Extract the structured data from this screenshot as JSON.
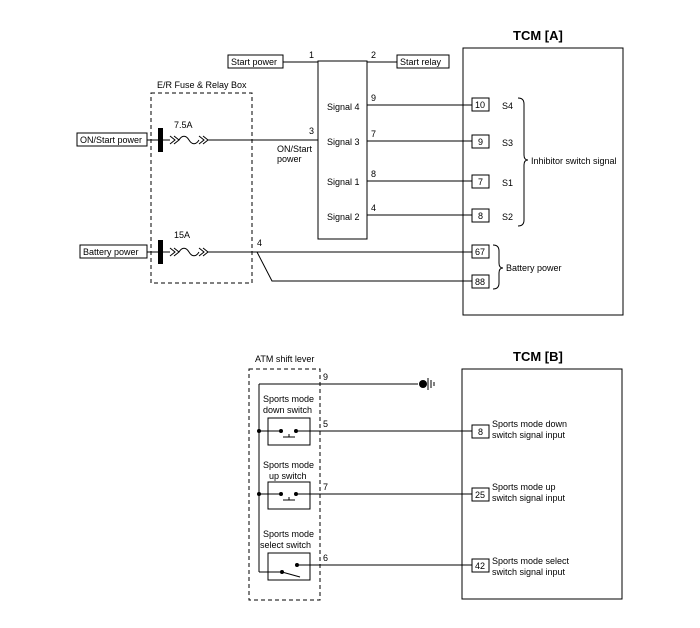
{
  "upper": {
    "tcm_title": "TCM [A]",
    "fuse_box_label": "E/R Fuse & Relay Box",
    "fuse1_rating": "7.5A",
    "fuse2_rating": "15A",
    "on_start_power": "ON/Start power",
    "battery_power_label": "Battery power",
    "start_power": "Start power",
    "start_relay": "Start relay",
    "on_start_power_wire_line1": "ON/Start",
    "on_start_power_wire_line2": "power",
    "switch_pins": {
      "start_power": "1",
      "start_relay": "2",
      "on_start": "3",
      "battery": "4",
      "signal4": "9",
      "signal3": "7",
      "signal1": "8",
      "signal2": "4"
    },
    "signals": [
      "Signal 4",
      "Signal 3",
      "Signal 1",
      "Signal 2"
    ],
    "tcm_pins": [
      "10",
      "9",
      "7",
      "8"
    ],
    "tcm_signal_names": [
      "S4",
      "S3",
      "S1",
      "S2"
    ],
    "inhibitor_label": "Inhibitor switch signal",
    "battery_pins": [
      "67",
      "88"
    ],
    "battery_group_label": "Battery power"
  },
  "lower": {
    "tcm_title": "TCM [B]",
    "shift_lever_label": "ATM shift lever",
    "ground_pin": "9",
    "switches": [
      {
        "line1": "Sports mode",
        "line2": "down switch",
        "pin": "5",
        "tcm_pin": "8",
        "signal_line1": "Sports mode down",
        "signal_line2": "switch signal input"
      },
      {
        "line1": "Sports mode",
        "line2": "up switch",
        "pin": "7",
        "tcm_pin": "25",
        "signal_line1": "Sports mode up",
        "signal_line2": "switch signal input"
      },
      {
        "line1": "Sports mode",
        "line2": "select switch",
        "pin": "6",
        "tcm_pin": "42",
        "signal_line1": "Sports mode select",
        "signal_line2": "switch signal input"
      }
    ]
  }
}
